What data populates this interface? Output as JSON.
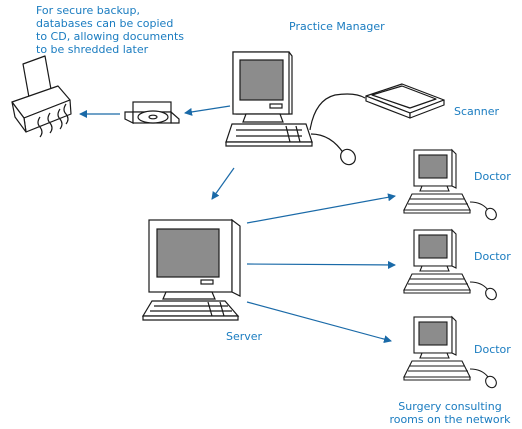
{
  "colors": {
    "label": "#1a7cc0",
    "arrow": "#1a6aa8",
    "outline": "#1a1a1a",
    "screen": "#8c8c8c"
  },
  "labels": {
    "backup_note": [
      "For secure backup,",
      "databases can be copied",
      "to CD, allowing documents",
      "to be shredded later"
    ],
    "practice_manager": "Practice Manager",
    "scanner": "Scanner",
    "server": "Server",
    "doctor_1": "Doctor",
    "doctor_2": "Doctor",
    "doctor_3": "Doctor",
    "consulting_rooms": [
      "Surgery consulting",
      "rooms on the network"
    ]
  },
  "icons": [
    "shredder-icon",
    "cd-drive-icon",
    "computer-icon",
    "scanner-icon",
    "mouse-icon",
    "arrow-icon"
  ]
}
